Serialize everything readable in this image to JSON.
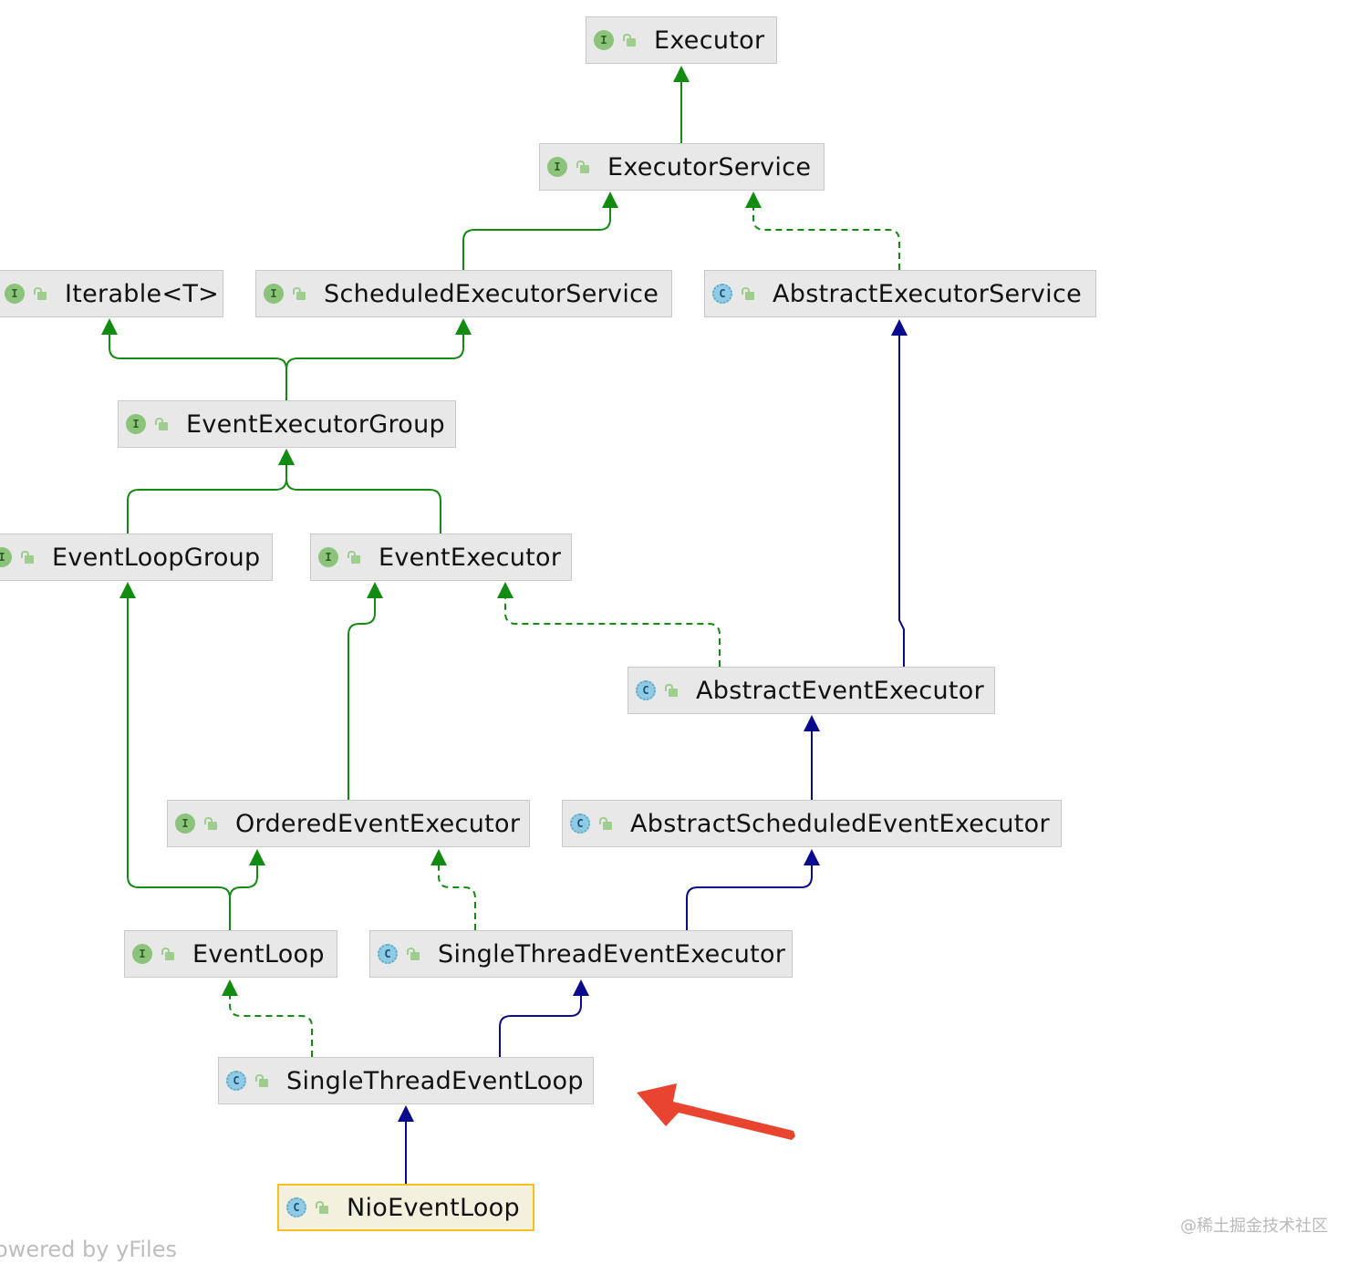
{
  "colors": {
    "interface_edge": "#118c11",
    "class_edge": "#0a0a8c",
    "callout_arrow": "#e8442f",
    "node_fill": "#e8e8e8",
    "selected_border": "#f2c21b"
  },
  "nodes": [
    {
      "id": "executor",
      "label": "Executor",
      "kind": "interface",
      "kind_letter": "I",
      "icon": "interface-icon"
    },
    {
      "id": "executor-service",
      "label": "ExecutorService",
      "kind": "interface",
      "kind_letter": "I",
      "icon": "interface-icon"
    },
    {
      "id": "iterable",
      "label": "Iterable<T>",
      "kind": "interface",
      "kind_letter": "I",
      "icon": "interface-icon"
    },
    {
      "id": "scheduled-executor-service",
      "label": "ScheduledExecutorService",
      "kind": "interface",
      "kind_letter": "I",
      "icon": "interface-icon"
    },
    {
      "id": "abstract-executor-service",
      "label": "AbstractExecutorService",
      "kind": "class",
      "kind_letter": "C",
      "icon": "abstract-class-icon"
    },
    {
      "id": "event-executor-group",
      "label": "EventExecutorGroup",
      "kind": "interface",
      "kind_letter": "I",
      "icon": "interface-icon"
    },
    {
      "id": "event-loop-group",
      "label": "EventLoopGroup",
      "kind": "interface",
      "kind_letter": "I",
      "icon": "interface-icon"
    },
    {
      "id": "event-executor",
      "label": "EventExecutor",
      "kind": "interface",
      "kind_letter": "I",
      "icon": "interface-icon"
    },
    {
      "id": "abstract-event-executor",
      "label": "AbstractEventExecutor",
      "kind": "class",
      "kind_letter": "C",
      "icon": "abstract-class-icon"
    },
    {
      "id": "ordered-event-executor",
      "label": "OrderedEventExecutor",
      "kind": "interface",
      "kind_letter": "I",
      "icon": "interface-icon"
    },
    {
      "id": "abstract-scheduled-event-executor",
      "label": "AbstractScheduledEventExecutor",
      "kind": "class",
      "kind_letter": "C",
      "icon": "abstract-class-icon"
    },
    {
      "id": "event-loop",
      "label": "EventLoop",
      "kind": "interface",
      "kind_letter": "I",
      "icon": "interface-icon"
    },
    {
      "id": "single-thread-event-executor",
      "label": "SingleThreadEventExecutor",
      "kind": "class",
      "kind_letter": "C",
      "icon": "abstract-class-icon"
    },
    {
      "id": "single-thread-event-loop",
      "label": "SingleThreadEventLoop",
      "kind": "class",
      "kind_letter": "C",
      "icon": "abstract-class-icon"
    },
    {
      "id": "nio-event-loop",
      "label": "NioEventLoop",
      "kind": "class",
      "kind_letter": "C",
      "icon": "class-icon",
      "selected": true
    }
  ],
  "edges": [
    {
      "from": "executor-service",
      "to": "executor",
      "relation": "extends",
      "style": "solid",
      "color": "interface"
    },
    {
      "from": "scheduled-executor-service",
      "to": "executor-service",
      "relation": "extends",
      "style": "solid",
      "color": "interface"
    },
    {
      "from": "abstract-executor-service",
      "to": "executor-service",
      "relation": "implements",
      "style": "dashed",
      "color": "interface"
    },
    {
      "from": "event-executor-group",
      "to": "iterable",
      "relation": "extends",
      "style": "solid",
      "color": "interface"
    },
    {
      "from": "event-executor-group",
      "to": "scheduled-executor-service",
      "relation": "extends",
      "style": "solid",
      "color": "interface"
    },
    {
      "from": "event-loop-group",
      "to": "event-executor-group",
      "relation": "extends",
      "style": "solid",
      "color": "interface"
    },
    {
      "from": "event-executor",
      "to": "event-executor-group",
      "relation": "extends",
      "style": "solid",
      "color": "interface"
    },
    {
      "from": "abstract-event-executor",
      "to": "event-executor",
      "relation": "implements",
      "style": "dashed",
      "color": "interface"
    },
    {
      "from": "abstract-event-executor",
      "to": "abstract-executor-service",
      "relation": "extends",
      "style": "solid",
      "color": "class"
    },
    {
      "from": "ordered-event-executor",
      "to": "event-executor",
      "relation": "extends",
      "style": "solid",
      "color": "interface"
    },
    {
      "from": "abstract-scheduled-event-executor",
      "to": "abstract-event-executor",
      "relation": "extends",
      "style": "solid",
      "color": "class"
    },
    {
      "from": "event-loop",
      "to": "ordered-event-executor",
      "relation": "extends",
      "style": "solid",
      "color": "interface"
    },
    {
      "from": "event-loop",
      "to": "event-loop-group",
      "relation": "extends",
      "style": "solid",
      "color": "interface"
    },
    {
      "from": "single-thread-event-executor",
      "to": "ordered-event-executor",
      "relation": "implements",
      "style": "dashed",
      "color": "interface"
    },
    {
      "from": "single-thread-event-executor",
      "to": "abstract-scheduled-event-executor",
      "relation": "extends",
      "style": "solid",
      "color": "class"
    },
    {
      "from": "single-thread-event-loop",
      "to": "event-loop",
      "relation": "implements",
      "style": "dashed",
      "color": "interface"
    },
    {
      "from": "single-thread-event-loop",
      "to": "single-thread-event-executor",
      "relation": "extends",
      "style": "solid",
      "color": "class"
    },
    {
      "from": "nio-event-loop",
      "to": "single-thread-event-loop",
      "relation": "extends",
      "style": "solid",
      "color": "class"
    }
  ],
  "callout": {
    "target": "single-thread-event-loop",
    "icon": "red-arrow-icon"
  },
  "footer": "owered by yFiles",
  "watermark": "@稀土掘金技术社区"
}
